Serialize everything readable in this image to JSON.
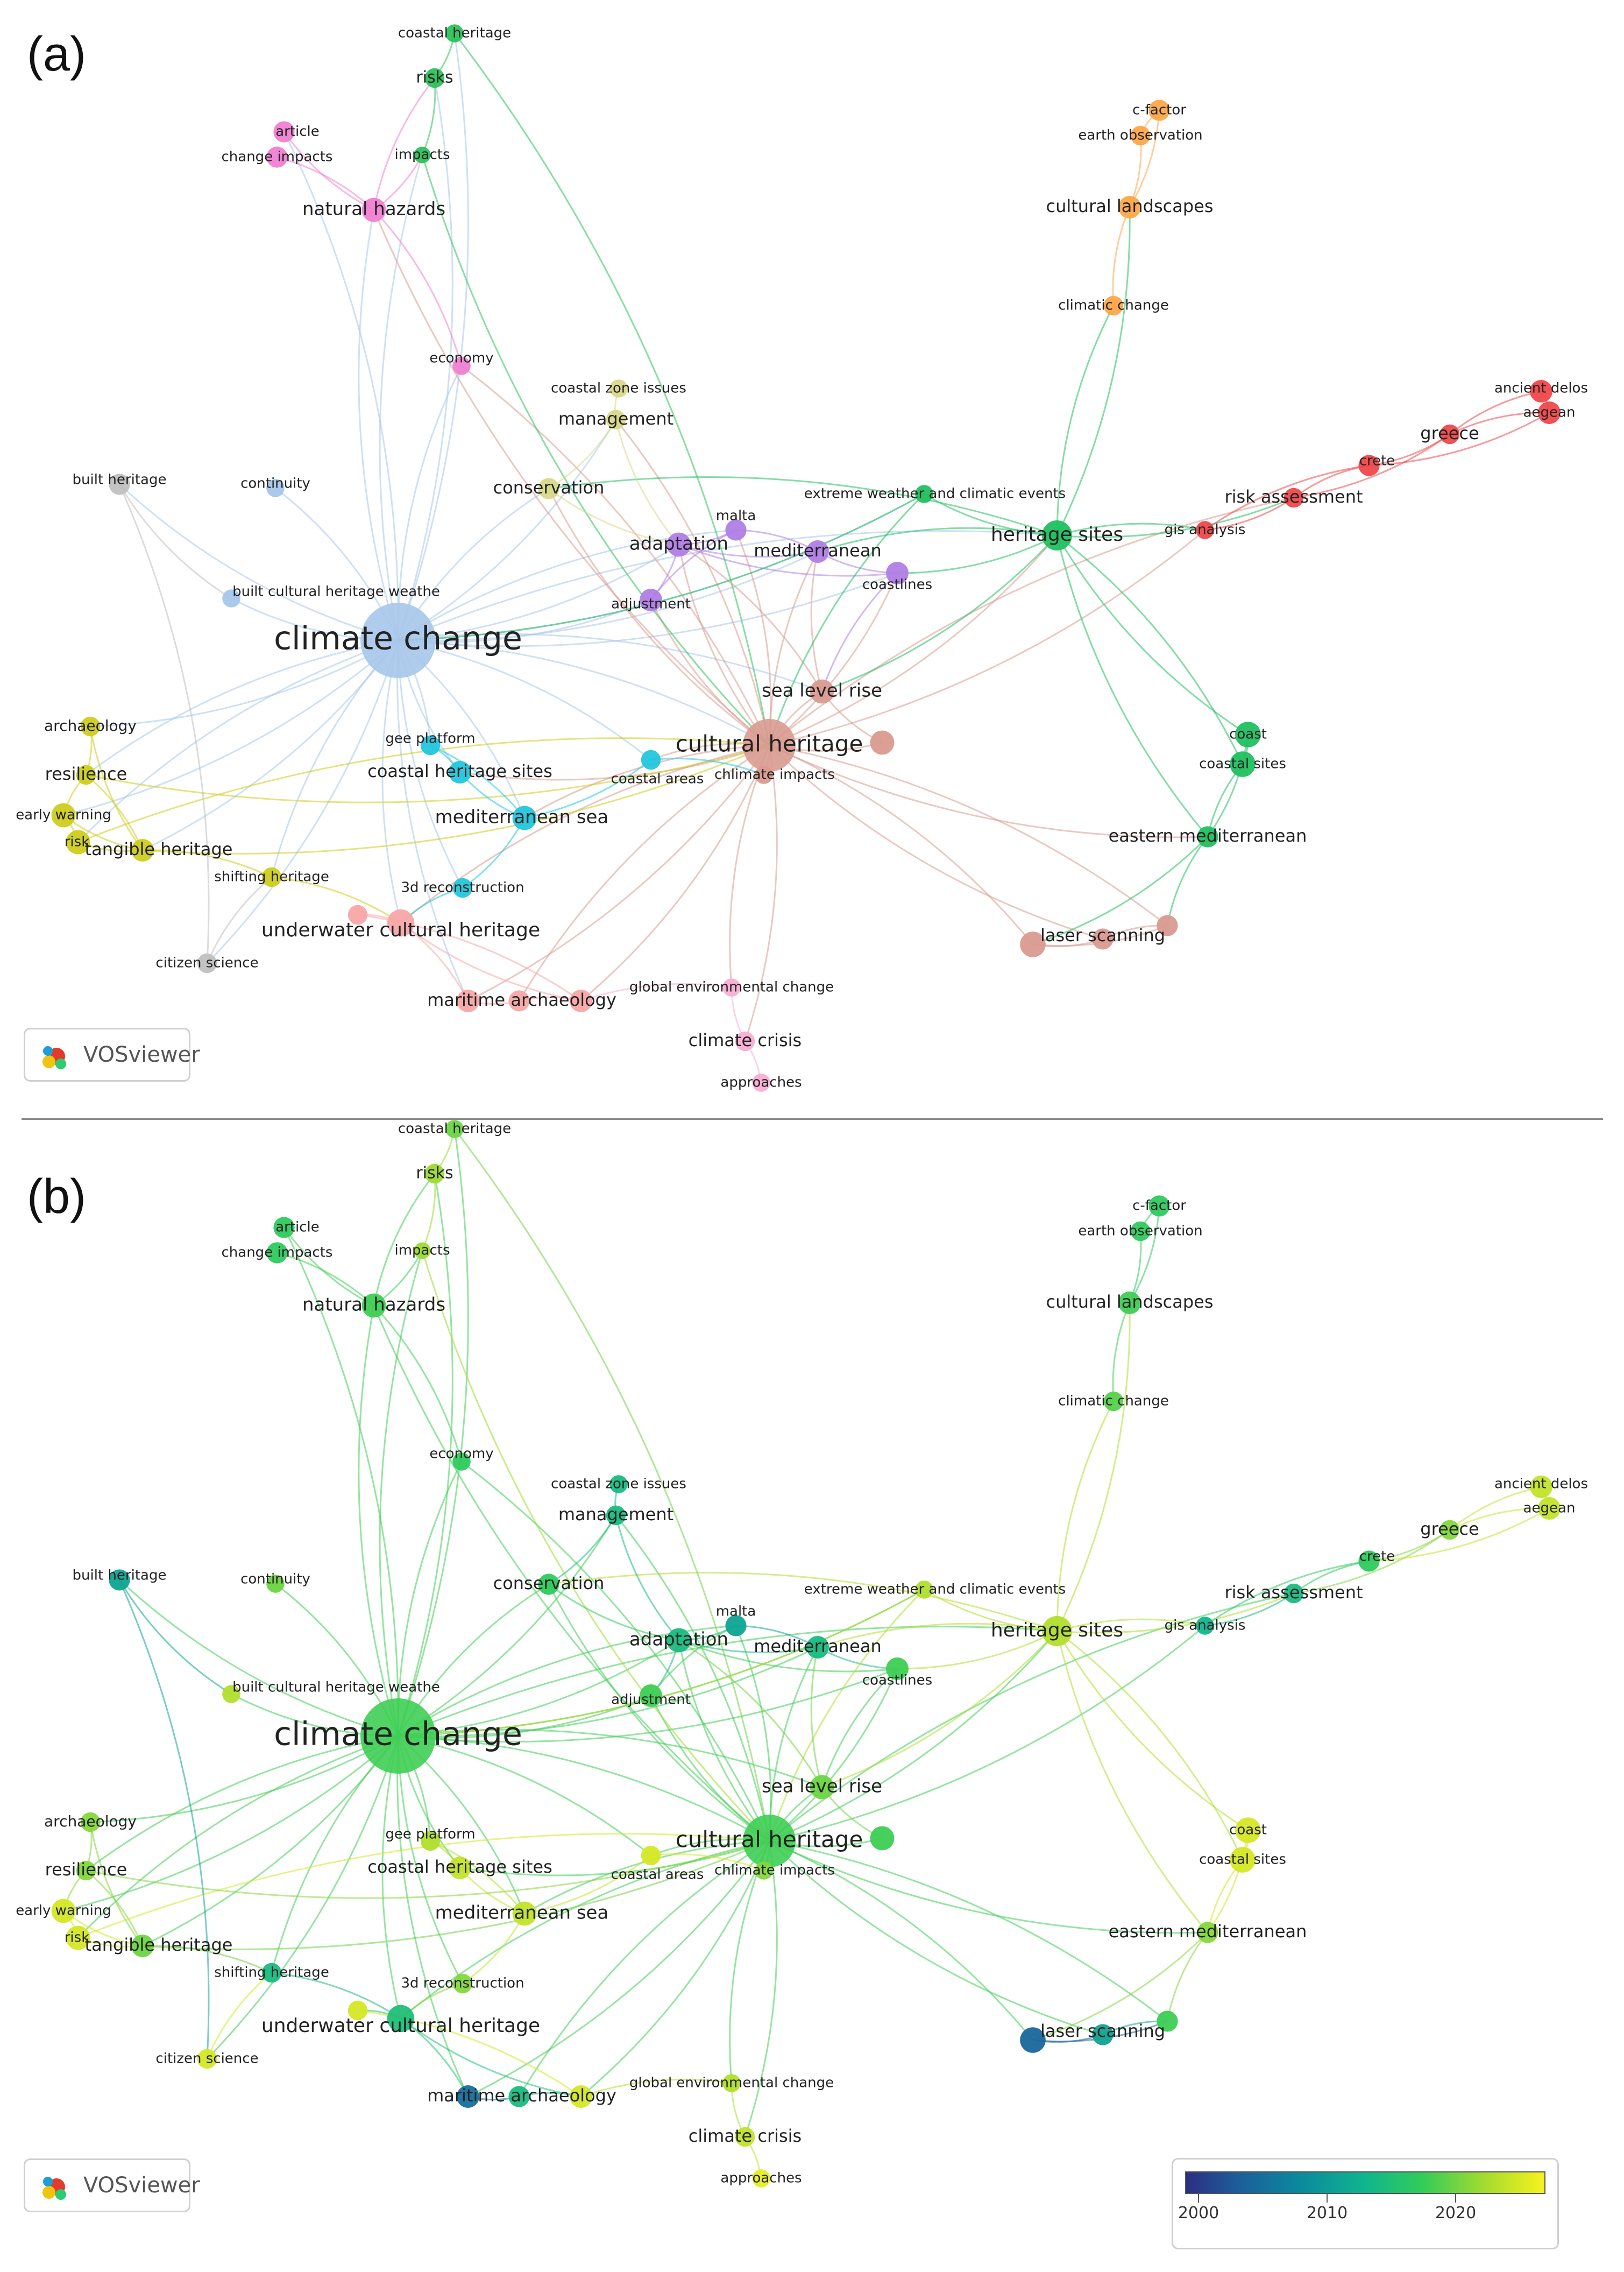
{
  "panels": [
    {
      "id": "a",
      "letter": "(a)",
      "mode": "cluster"
    },
    {
      "id": "b",
      "letter": "(b)",
      "mode": "overlay"
    }
  ],
  "brand": {
    "name": "VOSviewer"
  },
  "overlay_scale": {
    "ticks": [
      "2000",
      "2010",
      "2020"
    ],
    "min": 1998,
    "max": 2026,
    "tick_values": [
      2000,
      2010,
      2020
    ]
  },
  "nodes": [
    {
      "id": "climate_change",
      "label": "climate change",
      "weight": 10,
      "cluster": 7,
      "year": 2017
    },
    {
      "id": "cultural_heritage",
      "label": "cultural heritage",
      "weight": 7,
      "cluster": 9,
      "year": 2017
    },
    {
      "id": "heritage_sites",
      "label": "heritage sites",
      "weight": 4,
      "cluster": 2,
      "year": 2022
    },
    {
      "id": "natural_hazards",
      "label": "natural hazards",
      "weight": 3.2,
      "cluster": 4,
      "year": 2017
    },
    {
      "id": "risks",
      "label": "risks",
      "weight": 2.6,
      "cluster": 1,
      "year": 2021
    },
    {
      "id": "coastal_heritage",
      "label": "coastal heritage",
      "weight": 2.4,
      "cluster": 1,
      "year": 2019
    },
    {
      "id": "impacts",
      "label": "impacts",
      "weight": 2.2,
      "cluster": 1,
      "year": 2021
    },
    {
      "id": "article",
      "label": "article",
      "weight": 2.8,
      "cluster": 4,
      "year": 2016
    },
    {
      "id": "change_impacts",
      "label": "change impacts",
      "weight": 2.8,
      "cluster": 4,
      "year": 2016
    },
    {
      "id": "economy",
      "label": "economy",
      "weight": 2.4,
      "cluster": 4,
      "year": 2016
    },
    {
      "id": "c_factor",
      "label": "c-factor",
      "weight": 2.8,
      "cluster": 5,
      "year": 2016
    },
    {
      "id": "earth_observation",
      "label": "earth observation",
      "weight": 2.6,
      "cluster": 5,
      "year": 2016
    },
    {
      "id": "cultural_landscapes",
      "label": "cultural landscapes",
      "weight": 3,
      "cluster": 5,
      "year": 2017
    },
    {
      "id": "climatic_change",
      "label": "climatic change",
      "weight": 2.6,
      "cluster": 5,
      "year": 2018
    },
    {
      "id": "coastal_zone_issues",
      "label": "coastal zone issues",
      "weight": 2.4,
      "cluster": 3,
      "year": 2013
    },
    {
      "id": "management",
      "label": "management",
      "weight": 2.6,
      "cluster": 3,
      "year": 2013
    },
    {
      "id": "conservation",
      "label": "conservation",
      "weight": 2.8,
      "cluster": 3,
      "year": 2016
    },
    {
      "id": "built_heritage",
      "label": "built heritage",
      "weight": 2.8,
      "cluster": 6,
      "year": 2010
    },
    {
      "id": "continuity",
      "label": "continuity",
      "weight": 2.4,
      "cluster": 7,
      "year": 2019
    },
    {
      "id": "built_cultural_heritage_weathe",
      "label": "built cultural heritage weathe",
      "weight": 2.4,
      "cluster": 7,
      "year": 2022
    },
    {
      "id": "extreme_weather",
      "label": "extreme weather and climatic events",
      "weight": 2.4,
      "cluster": 2,
      "year": 2022
    },
    {
      "id": "adaptation",
      "label": "adaptation",
      "weight": 3.2,
      "cluster": 8,
      "year": 2013
    },
    {
      "id": "malta",
      "label": "malta",
      "weight": 2.8,
      "cluster": 8,
      "year": 2010
    },
    {
      "id": "mediterranean",
      "label": "mediterranean",
      "weight": 3,
      "cluster": 8,
      "year": 2013
    },
    {
      "id": "coastlines",
      "label": "coastlines",
      "weight": 3,
      "cluster": 8,
      "year": 2017
    },
    {
      "id": "adjustment",
      "label": "adjustment",
      "weight": 3,
      "cluster": 8,
      "year": 2017
    },
    {
      "id": "ancient_delos",
      "label": "ancient delos",
      "weight": 3,
      "cluster": 0,
      "year": 2023
    },
    {
      "id": "aegean",
      "label": "aegean",
      "weight": 3,
      "cluster": 0,
      "year": 2023
    },
    {
      "id": "greece",
      "label": "greece",
      "weight": 2.6,
      "cluster": 0,
      "year": 2020
    },
    {
      "id": "crete",
      "label": "crete",
      "weight": 2.8,
      "cluster": 0,
      "year": 2016
    },
    {
      "id": "risk_assessment",
      "label": "risk assessment",
      "weight": 2.6,
      "cluster": 0,
      "year": 2013
    },
    {
      "id": "gis_analysis",
      "label": "gis analysis",
      "weight": 2.4,
      "cluster": 0,
      "year": 2012
    },
    {
      "id": "sea_level_rise",
      "label": "sea level rise",
      "weight": 3.2,
      "cluster": 9,
      "year": 2019
    },
    {
      "id": "coasts_cluster",
      "label": "",
      "weight": 3.2,
      "cluster": 9,
      "year": 2017
    },
    {
      "id": "coast",
      "label": "coast",
      "weight": 3.4,
      "cluster": 2,
      "year": 2024
    },
    {
      "id": "coastal_sites",
      "label": "coastal sites",
      "weight": 3.4,
      "cluster": 2,
      "year": 2024
    },
    {
      "id": "eastern_mediterranean",
      "label": "eastern mediterranean",
      "weight": 2.8,
      "cluster": 2,
      "year": 2020
    },
    {
      "id": "laser_scanning",
      "label": "laser scanning",
      "weight": 3.4,
      "cluster": 9,
      "year": 2003
    },
    {
      "id": "laser_b",
      "label": "",
      "weight": 2.8,
      "cluster": 9,
      "year": 2010
    },
    {
      "id": "laser_c",
      "label": "",
      "weight": 2.8,
      "cluster": 9,
      "year": 2017
    },
    {
      "id": "archaeology",
      "label": "archaeology",
      "weight": 2.6,
      "cluster": 10,
      "year": 2020
    },
    {
      "id": "resilience",
      "label": "resilience",
      "weight": 2.6,
      "cluster": 10,
      "year": 2020
    },
    {
      "id": "early_warning",
      "label": "early warning",
      "weight": 3.2,
      "cluster": 10,
      "year": 2024
    },
    {
      "id": "risk",
      "label": "risk",
      "weight": 3.2,
      "cluster": 10,
      "year": 2024
    },
    {
      "id": "tangible_heritage",
      "label": "tangible heritage",
      "weight": 3,
      "cluster": 10,
      "year": 2019
    },
    {
      "id": "shifting_heritage",
      "label": "shifting heritage",
      "weight": 2.6,
      "cluster": 10,
      "year": 2013
    },
    {
      "id": "gee_platform",
      "label": "gee platform",
      "weight": 2.6,
      "cluster": 11,
      "year": 2022
    },
    {
      "id": "coastal_heritage_sites",
      "label": "coastal heritage sites",
      "weight": 3,
      "cluster": 11,
      "year": 2023
    },
    {
      "id": "mediterranean_sea",
      "label": "mediterranean sea",
      "weight": 3.2,
      "cluster": 11,
      "year": 2023
    },
    {
      "id": "3d_reconstruction",
      "label": "3d reconstruction",
      "weight": 2.6,
      "cluster": 11,
      "year": 2020
    },
    {
      "id": "coastal_areas",
      "label": "coastal areas",
      "weight": 2.6,
      "cluster": 11,
      "year": 2024
    },
    {
      "id": "chlimate_impacts",
      "label": "chlimate impacts",
      "weight": 2.4,
      "cluster": 9,
      "year": 2020
    },
    {
      "id": "underwater_cultural_heritage",
      "label": "underwater cultural heritage",
      "weight": 3.6,
      "cluster": 12,
      "year": 2014
    },
    {
      "id": "uch_b",
      "label": "",
      "weight": 2.6,
      "cluster": 12,
      "year": 2024
    },
    {
      "id": "citizen_science",
      "label": "citizen science",
      "weight": 2.6,
      "cluster": 6,
      "year": 2024
    },
    {
      "id": "maritime_archaeology",
      "label": "maritime archaeology",
      "weight": 3,
      "cluster": 12,
      "year": 2004
    },
    {
      "id": "maritime_b",
      "label": "",
      "weight": 2.8,
      "cluster": 12,
      "year": 2013
    },
    {
      "id": "maritime_c",
      "label": "",
      "weight": 3,
      "cluster": 12,
      "year": 2024
    },
    {
      "id": "global_environmental_change",
      "label": "global environmental change",
      "weight": 2.4,
      "cluster": 13,
      "year": 2022
    },
    {
      "id": "climate_crisis",
      "label": "climate crisis",
      "weight": 2.6,
      "cluster": 13,
      "year": 2023
    },
    {
      "id": "approaches",
      "label": "approaches",
      "weight": 2.4,
      "cluster": 13,
      "year": 2025
    }
  ],
  "links": [
    [
      "climate_change",
      "natural_hazards"
    ],
    [
      "climate_change",
      "risks"
    ],
    [
      "climate_change",
      "impacts"
    ],
    [
      "climate_change",
      "coastal_heritage"
    ],
    [
      "climate_change",
      "cultural_heritage"
    ],
    [
      "climate_change",
      "adaptation"
    ],
    [
      "climate_change",
      "conservation"
    ],
    [
      "climate_change",
      "management"
    ],
    [
      "climate_change",
      "built_heritage"
    ],
    [
      "climate_change",
      "continuity"
    ],
    [
      "climate_change",
      "built_cultural_heritage_weathe"
    ],
    [
      "climate_change",
      "mediterranean"
    ],
    [
      "climate_change",
      "malta"
    ],
    [
      "climate_change",
      "adjustment"
    ],
    [
      "climate_change",
      "heritage_sites"
    ],
    [
      "climate_change",
      "extreme_weather"
    ],
    [
      "climate_change",
      "archaeology"
    ],
    [
      "climate_change",
      "resilience"
    ],
    [
      "climate_change",
      "early_warning"
    ],
    [
      "climate_change",
      "risk"
    ],
    [
      "climate_change",
      "tangible_heritage"
    ],
    [
      "climate_change",
      "shifting_heritage"
    ],
    [
      "climate_change",
      "gee_platform"
    ],
    [
      "climate_change",
      "coastal_heritage_sites"
    ],
    [
      "climate_change",
      "mediterranean_sea"
    ],
    [
      "climate_change",
      "3d_reconstruction"
    ],
    [
      "climate_change",
      "coastal_areas"
    ],
    [
      "climate_change",
      "underwater_cultural_heritage"
    ],
    [
      "climate_change",
      "citizen_science"
    ],
    [
      "climate_change",
      "maritime_archaeology"
    ],
    [
      "climate_change",
      "sea_level_rise"
    ],
    [
      "climate_change",
      "coastlines"
    ],
    [
      "climate_change",
      "economy"
    ],
    [
      "climate_change",
      "article"
    ],
    [
      "cultural_heritage",
      "natural_hazards"
    ],
    [
      "cultural_heritage",
      "economy"
    ],
    [
      "cultural_heritage",
      "sea_level_rise"
    ],
    [
      "cultural_heritage",
      "coasts_cluster"
    ],
    [
      "cultural_heritage",
      "adaptation"
    ],
    [
      "cultural_heritage",
      "malta"
    ],
    [
      "cultural_heritage",
      "mediterranean"
    ],
    [
      "cultural_heritage",
      "coastlines"
    ],
    [
      "cultural_heritage",
      "adjustment"
    ],
    [
      "cultural_heritage",
      "heritage_sites"
    ],
    [
      "cultural_heritage",
      "risk_assessment"
    ],
    [
      "cultural_heritage",
      "gis_analysis"
    ],
    [
      "cultural_heritage",
      "laser_scanning"
    ],
    [
      "cultural_heritage",
      "laser_b"
    ],
    [
      "cultural_heritage",
      "laser_c"
    ],
    [
      "cultural_heritage",
      "coastal_areas"
    ],
    [
      "cultural_heritage",
      "chlimate_impacts"
    ],
    [
      "cultural_heritage",
      "mediterranean_sea"
    ],
    [
      "cultural_heritage",
      "coastal_heritage_sites"
    ],
    [
      "cultural_heritage",
      "underwater_cultural_heritage"
    ],
    [
      "cultural_heritage",
      "maritime_archaeology"
    ],
    [
      "cultural_heritage",
      "maritime_b"
    ],
    [
      "cultural_heritage",
      "maritime_c"
    ],
    [
      "cultural_heritage",
      "global_environmental_change"
    ],
    [
      "cultural_heritage",
      "climate_crisis"
    ],
    [
      "cultural_heritage",
      "management"
    ],
    [
      "cultural_heritage",
      "conservation"
    ],
    [
      "cultural_heritage",
      "eastern_mediterranean"
    ],
    [
      "heritage_sites",
      "extreme_weather"
    ],
    [
      "heritage_sites",
      "cultural_landscapes"
    ],
    [
      "heritage_sites",
      "climatic_change"
    ],
    [
      "heritage_sites",
      "coast"
    ],
    [
      "heritage_sites",
      "coastal_sites"
    ],
    [
      "heritage_sites",
      "eastern_mediterranean"
    ],
    [
      "heritage_sites",
      "gis_analysis"
    ],
    [
      "heritage_sites",
      "risk_assessment"
    ],
    [
      "heritage_sites",
      "coastlines"
    ],
    [
      "heritage_sites",
      "mediterranean"
    ],
    [
      "heritage_sites",
      "sea_level_rise"
    ],
    [
      "heritage_sites",
      "conservation"
    ],
    [
      "natural_hazards",
      "article"
    ],
    [
      "natural_hazards",
      "change_impacts"
    ],
    [
      "natural_hazards",
      "risks"
    ],
    [
      "natural_hazards",
      "impacts"
    ],
    [
      "natural_hazards",
      "economy"
    ],
    [
      "risks",
      "coastal_heritage"
    ],
    [
      "risks",
      "impacts"
    ],
    [
      "impacts",
      "cultural_heritage"
    ],
    [
      "coastal_heritage",
      "cultural_heritage"
    ],
    [
      "c_factor",
      "earth_observation"
    ],
    [
      "earth_observation",
      "cultural_landscapes"
    ],
    [
      "cultural_landscapes",
      "climatic_change"
    ],
    [
      "c_factor",
      "cultural_landscapes"
    ],
    [
      "coastal_zone_issues",
      "management"
    ],
    [
      "management",
      "conservation"
    ],
    [
      "management",
      "adaptation"
    ],
    [
      "ancient_delos",
      "aegean"
    ],
    [
      "aegean",
      "greece"
    ],
    [
      "greece",
      "crete"
    ],
    [
      "crete",
      "risk_assessment"
    ],
    [
      "risk_assessment",
      "gis_analysis"
    ],
    [
      "ancient_delos",
      "greece"
    ],
    [
      "greece",
      "risk_assessment"
    ],
    [
      "crete",
      "gis_analysis"
    ],
    [
      "aegean",
      "crete"
    ],
    [
      "adaptation",
      "malta"
    ],
    [
      "malta",
      "mediterranean"
    ],
    [
      "mediterranean",
      "coastlines"
    ],
    [
      "adaptation",
      "adjustment"
    ],
    [
      "adaptation",
      "mediterranean"
    ],
    [
      "adjustment",
      "malta"
    ],
    [
      "coastlines",
      "sea_level_rise"
    ],
    [
      "coastlines",
      "adaptation"
    ],
    [
      "sea_level_rise",
      "coasts_cluster"
    ],
    [
      "sea_level_rise",
      "mediterranean"
    ],
    [
      "sea_level_rise",
      "adaptation"
    ],
    [
      "coast",
      "coastal_sites"
    ],
    [
      "coastal_sites",
      "eastern_mediterranean"
    ],
    [
      "coast",
      "eastern_mediterranean"
    ],
    [
      "eastern_mediterranean",
      "laser_c"
    ],
    [
      "eastern_mediterranean",
      "laser_scanning"
    ],
    [
      "laser_scanning",
      "laser_b"
    ],
    [
      "laser_b",
      "laser_c"
    ],
    [
      "laser_scanning",
      "laser_c"
    ],
    [
      "archaeology",
      "resilience"
    ],
    [
      "resilience",
      "early_warning"
    ],
    [
      "early_warning",
      "risk"
    ],
    [
      "risk",
      "tangible_heritage"
    ],
    [
      "tangible_heritage",
      "shifting_heritage"
    ],
    [
      "archaeology",
      "tangible_heritage"
    ],
    [
      "resilience",
      "tangible_heritage"
    ],
    [
      "early_warning",
      "tangible_heritage"
    ],
    [
      "shifting_heritage",
      "underwater_cultural_heritage"
    ],
    [
      "tangible_heritage",
      "cultural_heritage"
    ],
    [
      "risk",
      "cultural_heritage"
    ],
    [
      "resilience",
      "cultural_heritage"
    ],
    [
      "gee_platform",
      "coastal_heritage_sites"
    ],
    [
      "coastal_heritage_sites",
      "mediterranean_sea"
    ],
    [
      "mediterranean_sea",
      "3d_reconstruction"
    ],
    [
      "mediterranean_sea",
      "coastal_areas"
    ],
    [
      "gee_platform",
      "mediterranean_sea"
    ],
    [
      "3d_reconstruction",
      "underwater_cultural_heritage"
    ],
    [
      "coastal_areas",
      "chlimate_impacts"
    ],
    [
      "underwater_cultural_heritage",
      "uch_b"
    ],
    [
      "underwater_cultural_heritage",
      "maritime_archaeology"
    ],
    [
      "maritime_archaeology",
      "maritime_b"
    ],
    [
      "maritime_b",
      "maritime_c"
    ],
    [
      "underwater_cultural_heritage",
      "maritime_c"
    ],
    [
      "uch_b",
      "maritime_c"
    ],
    [
      "global_environmental_change",
      "climate_crisis"
    ],
    [
      "climate_crisis",
      "approaches"
    ],
    [
      "global_environmental_change",
      "maritime_c"
    ],
    [
      "built_heritage",
      "citizen_science"
    ],
    [
      "built_heritage",
      "built_cultural_heritage_weathe"
    ],
    [
      "citizen_science",
      "shifting_heritage"
    ],
    [
      "conservation",
      "adaptation"
    ],
    [
      "extreme_weather",
      "climate_change"
    ],
    [
      "extreme_weather",
      "cultural_heritage"
    ]
  ]
}
